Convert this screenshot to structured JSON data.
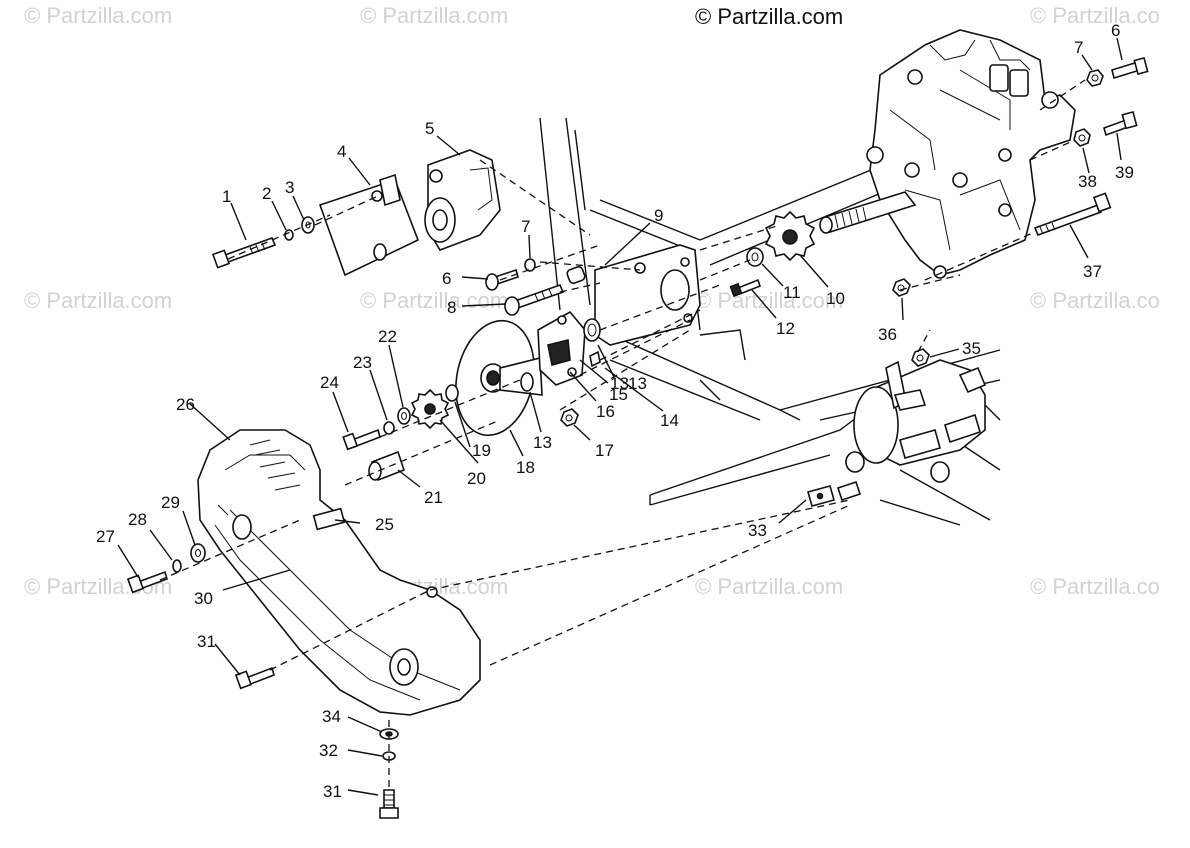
{
  "copyright": "© Partzilla.com",
  "watermark": "© Partzilla.com",
  "watermark_cut": "© Partzilla.co",
  "callouts": [
    "1",
    "2",
    "3",
    "4",
    "5",
    "6",
    "7",
    "8",
    "9",
    "10",
    "11",
    "12",
    "13",
    "13",
    "13",
    "14",
    "15",
    "16",
    "17",
    "18",
    "19",
    "20",
    "21",
    "22",
    "23",
    "24",
    "25",
    "26",
    "27",
    "28",
    "29",
    "30",
    "31",
    "31",
    "32",
    "33",
    "34",
    "35",
    "36",
    "37",
    "38",
    "39",
    "6",
    "7"
  ]
}
